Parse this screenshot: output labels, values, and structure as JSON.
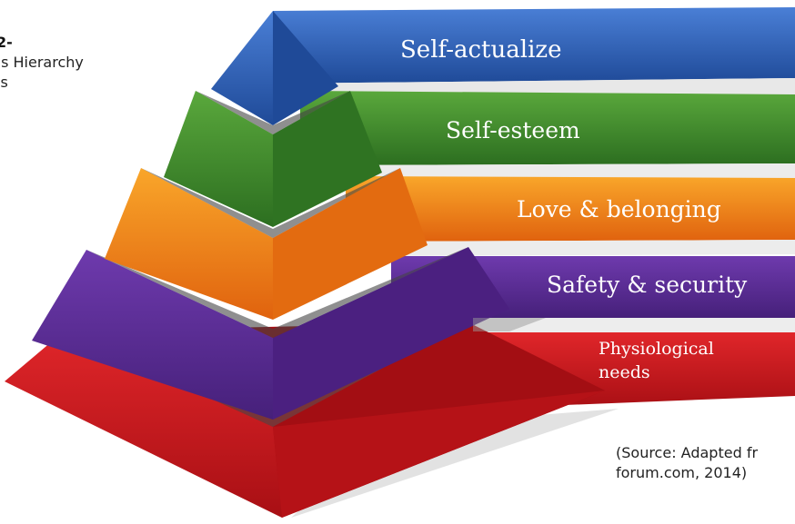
{
  "caption": {
    "figure_label": "2-",
    "line1": "’s Hierarchy",
    "line2": "ls"
  },
  "levels": [
    {
      "label": "Self-actualize",
      "color": "#2b5db6"
    },
    {
      "label": "Self-esteem",
      "color": "#3d8a2c"
    },
    {
      "label": "Love & belonging",
      "color": "#f08a14"
    },
    {
      "label": "Safety & security",
      "color": "#5a2a93"
    },
    {
      "label": "Physiological",
      "label2": "needs",
      "color": "#cf1a1f"
    }
  ],
  "source": {
    "line1": "(Source: Adapted fr",
    "line2": "forum.com, 2014)"
  }
}
